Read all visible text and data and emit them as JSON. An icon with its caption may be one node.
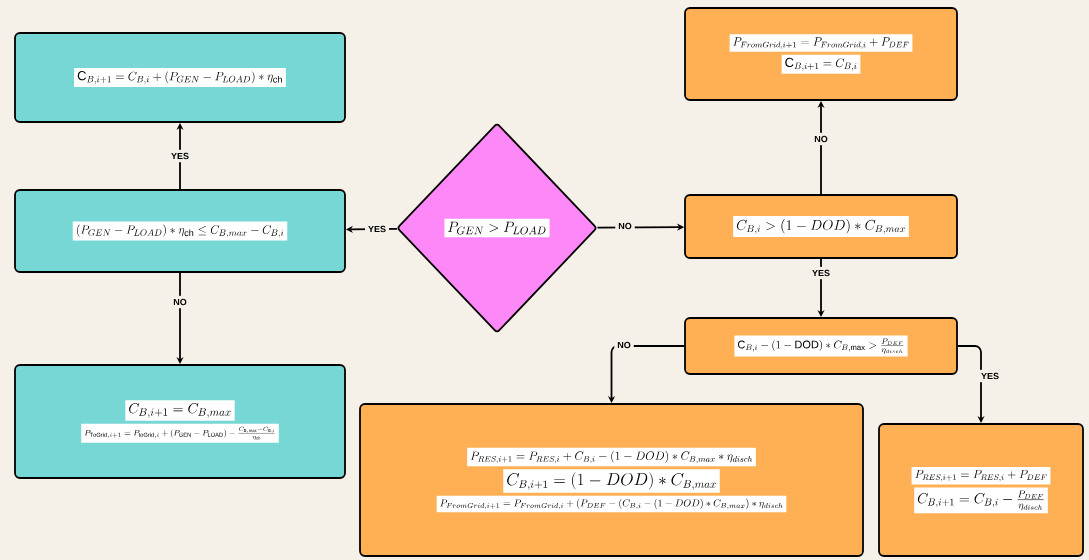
{
  "diagram": {
    "nodes": [
      {
        "text": [
          "P_{GEN} > P_{LOAD}"
        ]
      },
      {
        "text": [
          "\\mathrm{C}_{B,i+1} = C_{B,i} + (P_{GEN} - P_{LOAD}) * \\eta_{\\mathrm{ch}}"
        ]
      },
      {
        "text": [
          "(P_{GEN} - P_{LOAD}) * \\eta_{\\mathrm{ch}} \\leq C_{B,max} - C_{B,i}"
        ]
      },
      {
        "text": [
          "C_{B,i+1} = C_{B,max}",
          "P_{\\mathrm{ToGrid},i+1} = P_{\\mathrm{toGrid},i} + (P_{\\mathrm{GEN}} - P_{\\mathrm{LOAD}}) - \\frac{C_{\\mathrm{B,max}} - C_{\\mathrm{B,i}}}{\\eta_{\\mathrm{ch}}}"
        ]
      },
      {
        "text": [
          "P_{FromGrid,i+1} = P_{FromGrid,i} + P_{DEF}",
          "\\mathrm{C}_{B,i+1} = C_{B,i}"
        ]
      },
      {
        "text": [
          "C_{B,i} > (1 - DOD) * C_{B,max}"
        ]
      },
      {
        "text": [
          "\\mathrm{C}_{B,i} - (1 - \\mathrm{DOD}) * C_{B,\\max} > \\frac{P_{DEF}}{\\eta_{disch}}"
        ]
      },
      {
        "text": [
          "P_{RES,i+1} = P_{RES,i} + C_{B,i} - (1 - DOD) * C_{B,max} * \\eta_{disch}",
          "C_{B,i+1} = (1 - DOD) * C_{B,max}",
          "P_{FromGrid,i+1} = P_{FromGrid,i} + (P_{DEF} - (C_{B,i} - (1 - DOD) * C_{B,max}) * \\eta_{disch}"
        ]
      },
      {
        "text": [
          "P_{RES,i+1} = P_{RES,i} + P_{DEF}",
          "C_{B,i+1} = C_{B,i} - \\frac{P_{DEF}}{\\eta_{disch}}"
        ]
      }
    ],
    "edges": [
      {
        "from": 0,
        "to": 2,
        "arrow": "to",
        "label": "YES"
      },
      {
        "from": 2,
        "to": 1,
        "arrow": "to",
        "label": "YES"
      },
      {
        "from": 2,
        "to": 3,
        "arrow": "to",
        "label": "NO"
      },
      {
        "from": 0,
        "to": 5,
        "arrow": "to",
        "label": "NO"
      },
      {
        "from": 5,
        "to": 4,
        "arrow": "to",
        "label": "NO"
      },
      {
        "from": 5,
        "to": 6,
        "arrow": "to",
        "label": "YES"
      },
      {
        "from": 6,
        "to": 7,
        "arrow": "to",
        "label": "NO"
      },
      {
        "from": 6,
        "to": 8,
        "arrow": "to",
        "label": "YES"
      }
    ]
  }
}
